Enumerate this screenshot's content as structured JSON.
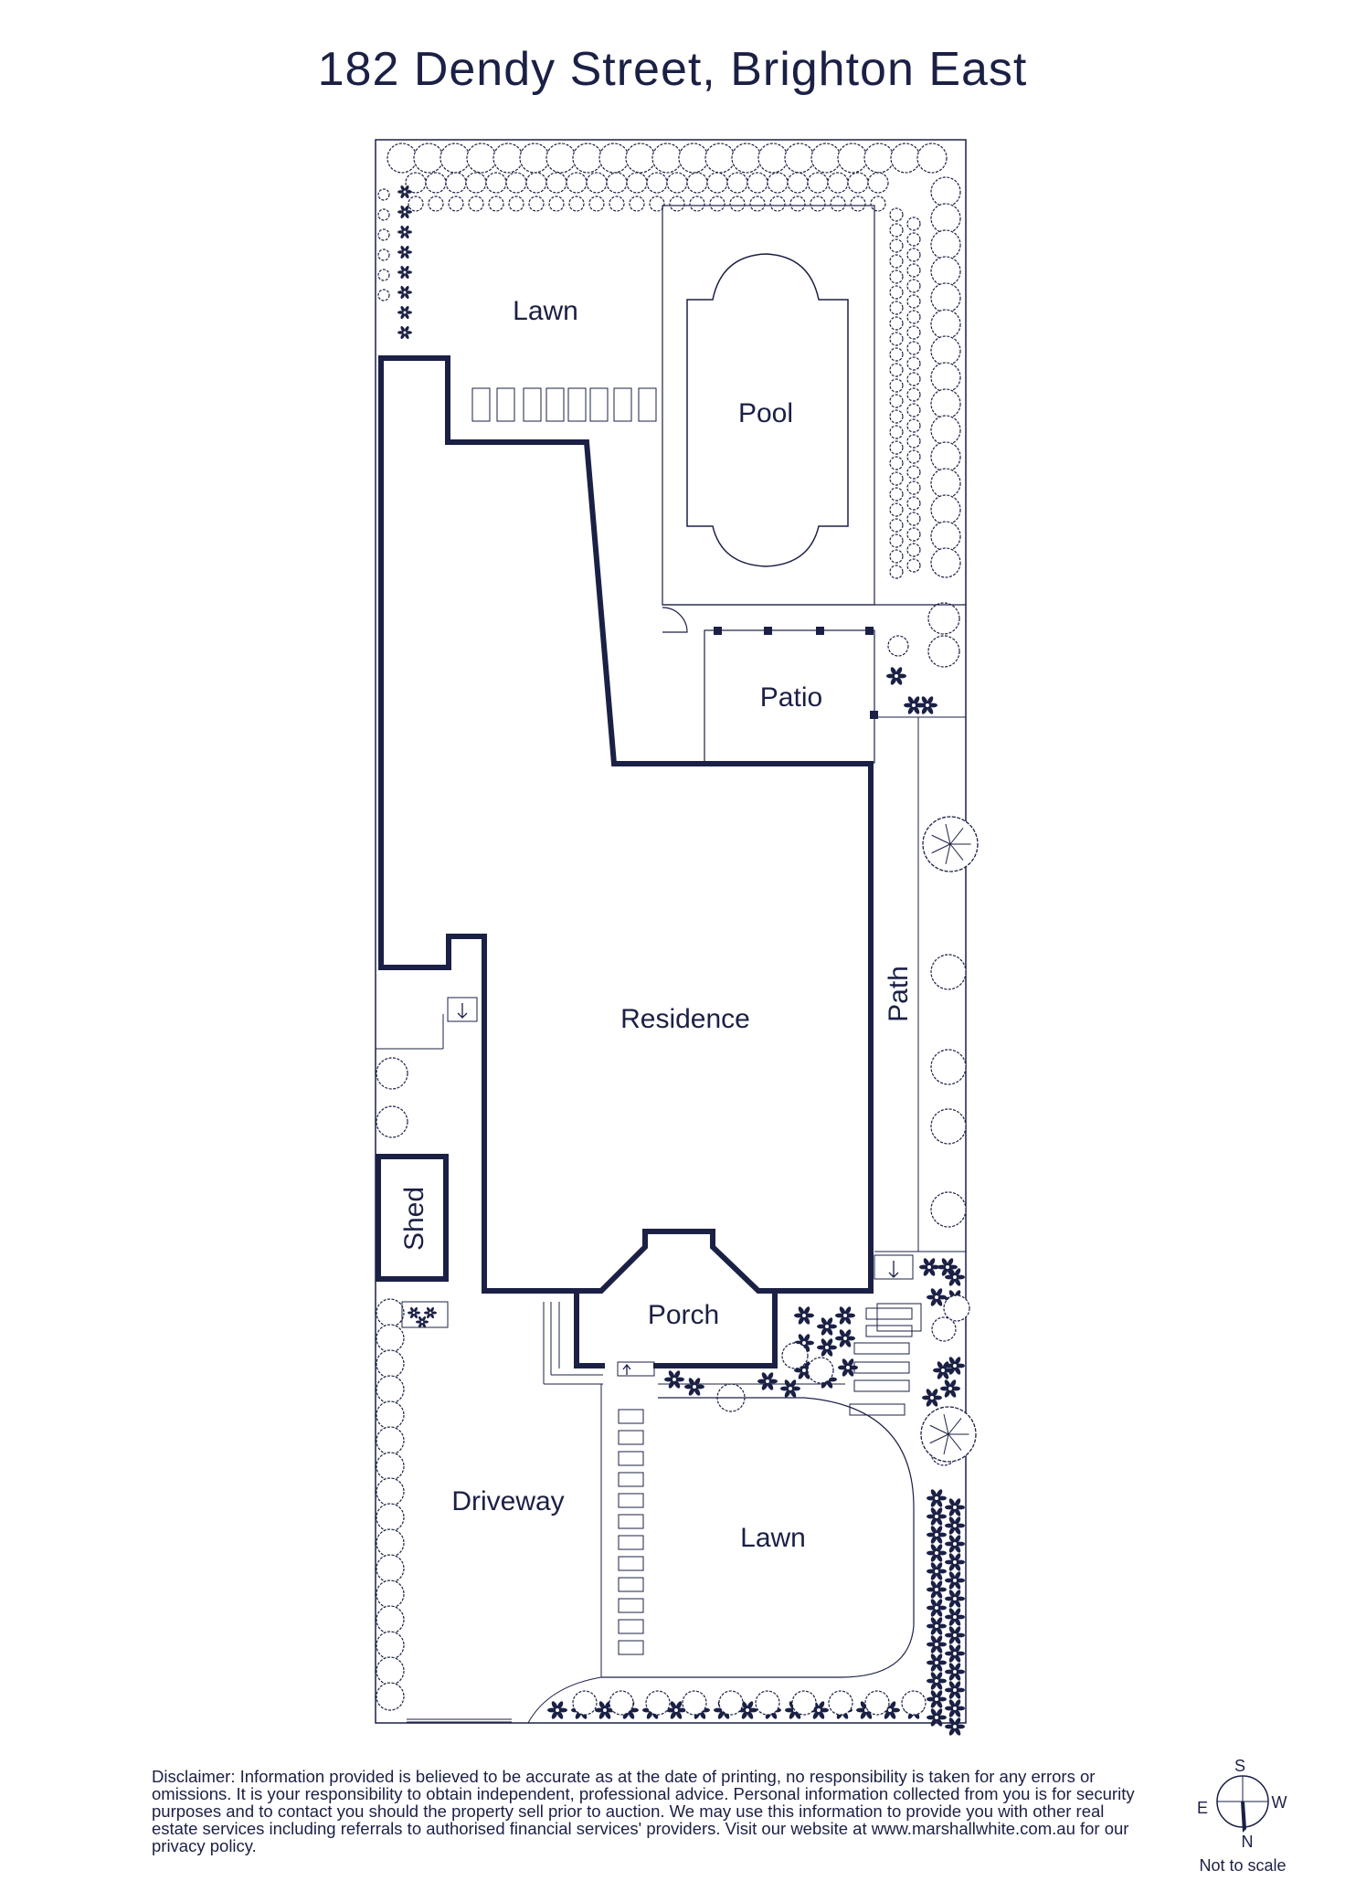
{
  "title": "182 Dendy Street, Brighton East",
  "labels": {
    "lawn_back": "Lawn",
    "pool": "Pool",
    "patio": "Patio",
    "residence": "Residence",
    "path": "Path",
    "shed": "Shed",
    "porch": "Porch",
    "driveway": "Driveway",
    "lawn_front": "Lawn"
  },
  "disclaimer": "Disclaimer: Information provided is believed to be accurate as at the date of printing, no responsibility is taken for any errors or omissions. It is your responsibility to obtain independent, professional advice. Personal information collected from you is for security purposes and to contact you should the property sell prior to auction. We may use this information to provide you with other real estate services including referrals to authorised financial services' providers. Visit our website at www.marshallwhite.com.au for our privacy policy.",
  "compass": {
    "s": "S",
    "w": "W",
    "e": "E",
    "n": "N"
  },
  "scale_note": "Not to scale",
  "colors": {
    "ink": "#1b2045",
    "background": "#ffffff"
  },
  "icons": {
    "shrub": "round-hedge-shrub-icon",
    "flower": "flowering-plant-icon",
    "tree": "canopy-tree-icon",
    "stairs": "step-down-arrow-icon",
    "compass": "compass-rose-icon"
  }
}
